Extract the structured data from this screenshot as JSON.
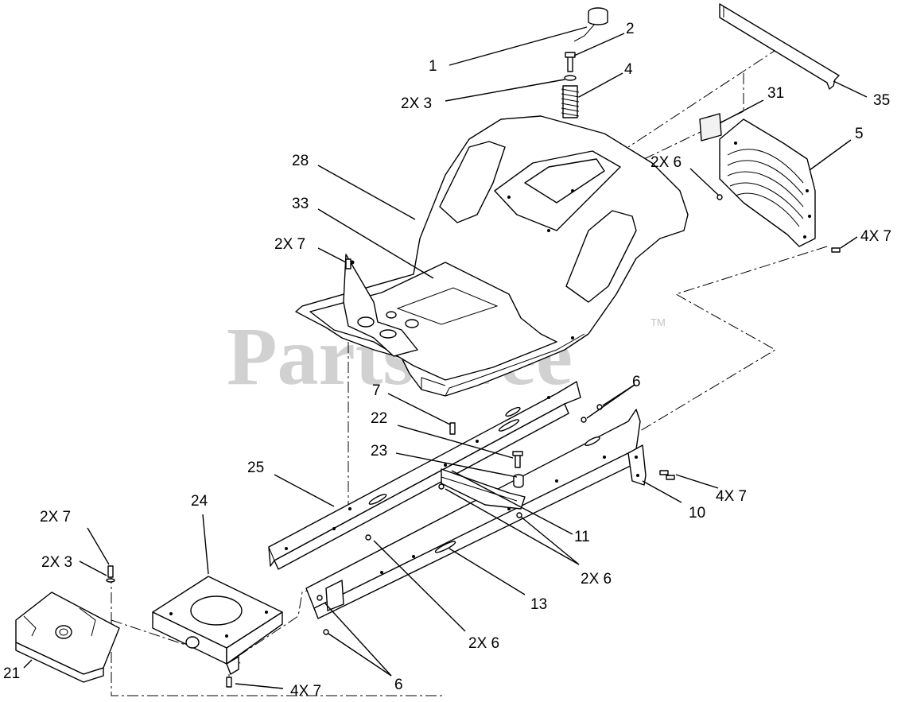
{
  "watermark": {
    "text": "PartsTree",
    "trademark": "TM"
  },
  "callouts": [
    {
      "id": "c1",
      "text": "1"
    },
    {
      "id": "c2",
      "text": "2"
    },
    {
      "id": "c3",
      "text": "2X 3"
    },
    {
      "id": "c4",
      "text": "4"
    },
    {
      "id": "c35",
      "text": "35"
    },
    {
      "id": "c31",
      "text": "31"
    },
    {
      "id": "c5",
      "text": "5"
    },
    {
      "id": "c6a",
      "text": "2X 6"
    },
    {
      "id": "c7a",
      "text": "4X 7"
    },
    {
      "id": "c28",
      "text": "28"
    },
    {
      "id": "c33",
      "text": "33"
    },
    {
      "id": "c7b",
      "text": "2X 7"
    },
    {
      "id": "c7c",
      "text": "7"
    },
    {
      "id": "c6b",
      "text": "6"
    },
    {
      "id": "c22",
      "text": "22"
    },
    {
      "id": "c23",
      "text": "23"
    },
    {
      "id": "c25",
      "text": "25"
    },
    {
      "id": "c7d",
      "text": "4X 7"
    },
    {
      "id": "c10",
      "text": "10"
    },
    {
      "id": "c24",
      "text": "24"
    },
    {
      "id": "c11",
      "text": "11"
    },
    {
      "id": "c6c",
      "text": "2X 6"
    },
    {
      "id": "c7e",
      "text": "2X 7"
    },
    {
      "id": "c3b",
      "text": "2X 3"
    },
    {
      "id": "c13",
      "text": "13"
    },
    {
      "id": "c6d",
      "text": "2X 6"
    },
    {
      "id": "c21",
      "text": "21"
    },
    {
      "id": "c6e",
      "text": "6"
    },
    {
      "id": "c7f",
      "text": "4X 7"
    }
  ]
}
